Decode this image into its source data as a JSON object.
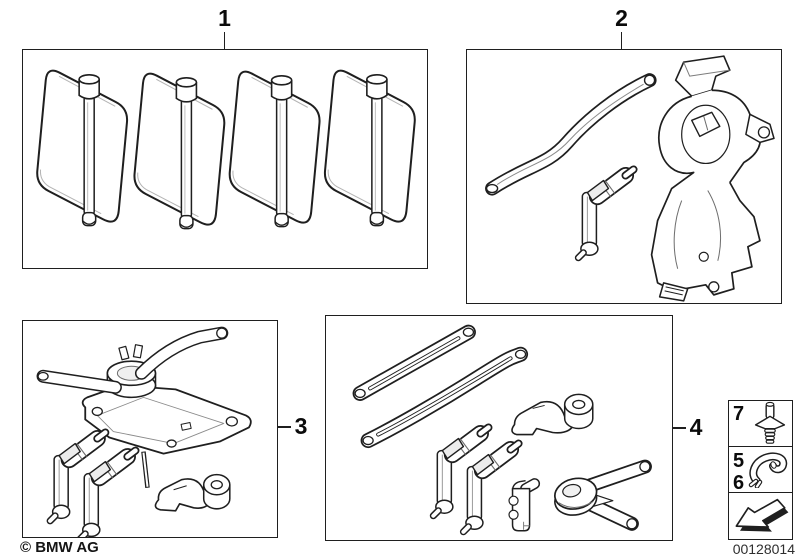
{
  "page": {
    "background": "#ffffff",
    "line_color": "#1f1f1f"
  },
  "callouts": {
    "box1_label": "1",
    "box2_label": "2",
    "box3_label": "3",
    "box4_label": "4"
  },
  "legend": {
    "rivet_row_label": "7",
    "clip_row_label_a": "5",
    "clip_row_label_b": "6",
    "icons": {
      "rivet": "expansion-rivet-icon",
      "clip": "retaining-clip-icon",
      "arrow": "installation-direction-arrow-icon"
    }
  },
  "footer": {
    "copyright": "© BMW AG",
    "document_number": "00128014"
  }
}
